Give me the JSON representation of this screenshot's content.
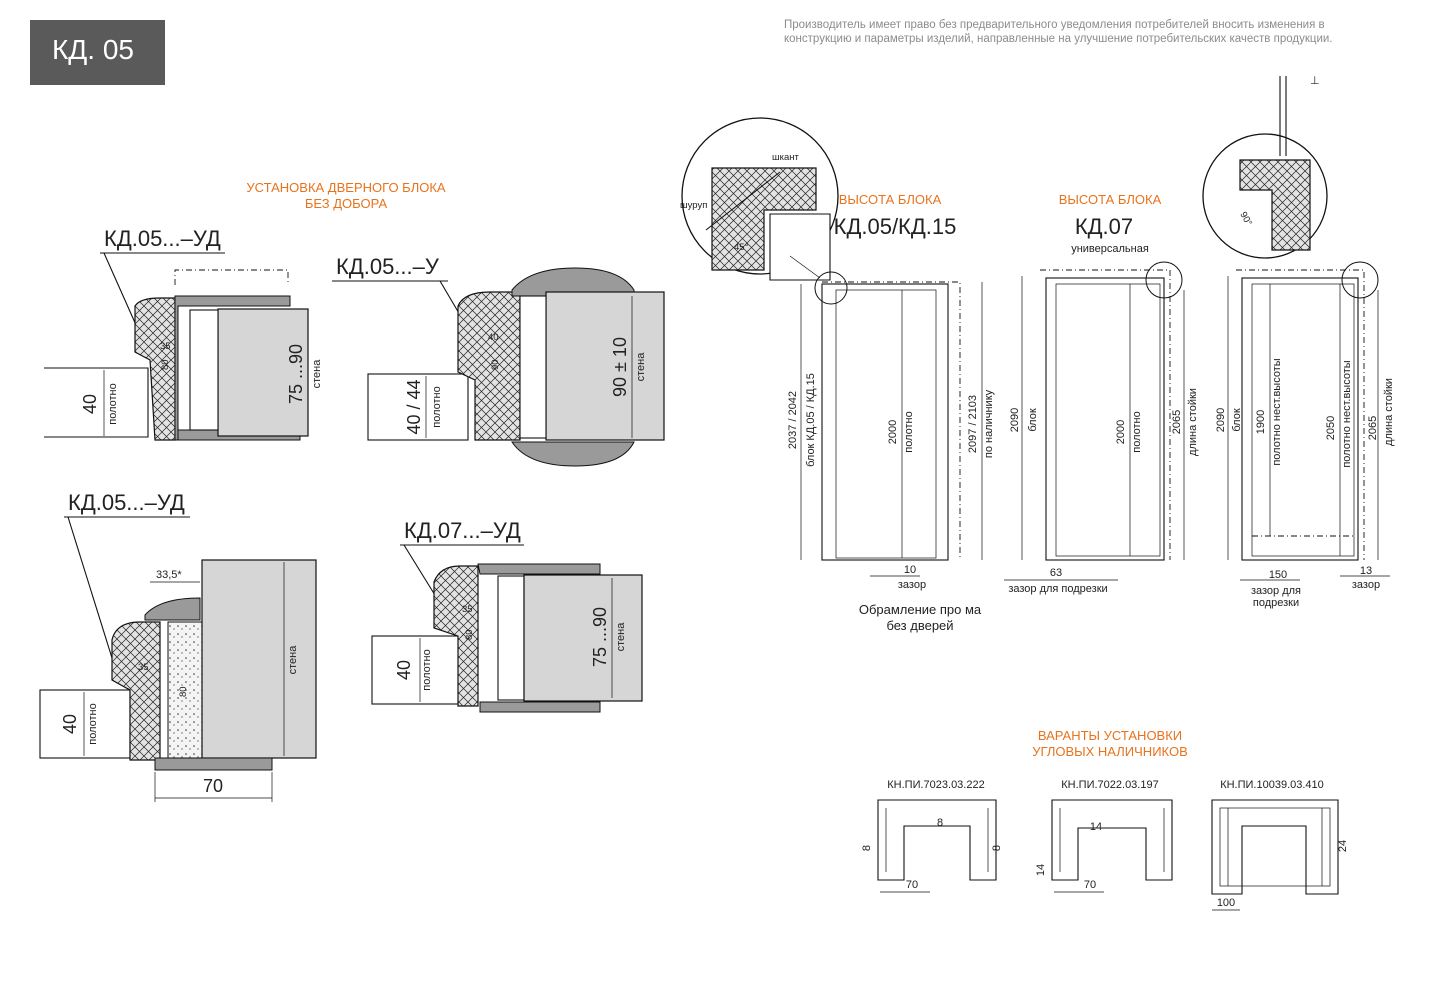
{
  "header": {
    "badge": "КД. 05",
    "disclaimer": "Производитель имеет право без предварительного уведомления потребителей вносить изменения в конструкцию и параметры изделий, направленные на улучшение потребительских качеств продукции."
  },
  "install": {
    "title_line1": "УСТАНОВКА ДВЕРНОГО БЛОКА",
    "title_line2": "БЕЗ ДОБОРА",
    "d1": {
      "label": "КД.05...–УД",
      "dim_frame": "35",
      "dim_80": "80",
      "leaf_dim": "40",
      "leaf": "полотно",
      "wall_dim": "75 ...90",
      "wall": "стена"
    },
    "d2": {
      "label": "КД.05...–У",
      "dim_40": "40",
      "dim_90": "90",
      "leaf_dim": "40 / 44",
      "leaf": "полотно",
      "wall_dim": "90 ± 10",
      "wall": "стена"
    },
    "d3": {
      "label": "КД.05...–УД",
      "dim_top": "33,5*",
      "dim_35": "35",
      "dim_80": "80",
      "leaf_dim": "40",
      "leaf": "полотно",
      "wall": "стена",
      "dim_bottom": "70"
    },
    "d4": {
      "label": "КД.07...–УД",
      "dim_35": "35",
      "dim_80": "80",
      "leaf_dim": "40",
      "leaf": "полотно",
      "wall_dim": "75 ...90",
      "wall": "стена"
    }
  },
  "height": {
    "h1_title": "ВЫСОТА БЛОКА",
    "h1_model": "КД.05/КД.15",
    "h2_title": "ВЫСОТА БЛОКА",
    "h2_model": "КД.07",
    "h2_sub": "универсальная",
    "detail1": {
      "shkant": "шкант",
      "shurup": "шуруп",
      "angle": "45°"
    },
    "detail2": {
      "angle": "90°"
    },
    "f1": {
      "dim_left": "2037 / 2042",
      "left_sub": "блок КД.05 / КД.15",
      "dim_mid": "2000",
      "mid_sub": "полотно",
      "dim_right": "2097 / 2103",
      "right_sub": "по наличнику",
      "gap": "10",
      "gap_sub": "зазор",
      "caption1": "Обрамление про ма",
      "caption2": "без дверей"
    },
    "f2": {
      "dim_left": "2090",
      "left_sub": "блок",
      "dim_mid": "2000",
      "mid_sub": "полотно",
      "dim_right": "2065",
      "right_sub": "длина стойки",
      "gap": "63",
      "gap_sub": "зазор для подрезки"
    },
    "f3": {
      "dim_left": "2090",
      "left_sub": "блок",
      "dim_a": "1900",
      "a_sub": "полотно нест.высоты",
      "dim_b": "2050",
      "b_sub": "полотно нест.высоты",
      "dim_right": "2065",
      "right_sub": "длина стойки",
      "gap": "150",
      "gap_sub1": "зазор для",
      "gap_sub2": "подрезки",
      "gap2": "13",
      "gap2_sub": "зазор"
    }
  },
  "corner": {
    "title_line1": "ВАРАНТЫ УСТАНОВКИ",
    "title_line2": "УГЛОВЫХ НАЛИЧНИКОВ",
    "c1": {
      "code": "КН.ПИ.7023.03.222",
      "d8a": "8",
      "d8b": "8",
      "d8c": "8",
      "d70": "70"
    },
    "c2": {
      "code": "КН.ПИ.7022.03.197",
      "d14a": "14",
      "d14b": "14",
      "d70": "70"
    },
    "c3": {
      "code": "КН.ПИ.10039.03.410",
      "d24": "24",
      "d100": "100"
    }
  }
}
